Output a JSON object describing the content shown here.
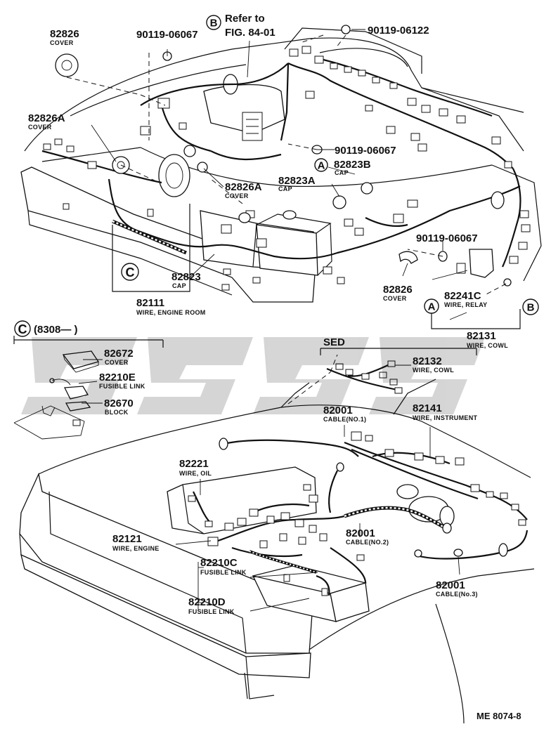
{
  "refer": {
    "circle": "B",
    "line1": "Refer to",
    "line2": "FIG. 84-01"
  },
  "callouts": {
    "p82826_top": {
      "num": "82826",
      "name": "COVER"
    },
    "p90119_06067_top": {
      "num": "90119-06067"
    },
    "p90119_06122": {
      "num": "90119-06122"
    },
    "p82826A_left": {
      "num": "82826A",
      "name": "COVER"
    },
    "p90119_06067_mid": {
      "num": "90119-06067"
    },
    "p82823B": {
      "num": "82823B",
      "name": "CAP",
      "circle": "A"
    },
    "p82823A": {
      "num": "82823A",
      "name": "CAP"
    },
    "p82826A_mid": {
      "num": "82826A",
      "name": "COVER"
    },
    "p90119_06067_right": {
      "num": "90119-06067"
    },
    "p82823": {
      "num": "82823",
      "name": "CAP"
    },
    "p82826_mid": {
      "num": "82826",
      "name": "COVER"
    },
    "p82241C": {
      "num": "82241C",
      "name": "WIRE, RELAY"
    },
    "p82111": {
      "num": "82111",
      "name": "WIRE, ENGINE ROOM",
      "circle": "C"
    },
    "p82131": {
      "num": "82131",
      "name": "WIRE, COWL",
      "circle_a": "A",
      "circle_b": "B"
    },
    "p82132": {
      "num": "82132",
      "name": "WIRE, COWL",
      "bracket": "SED"
    },
    "p82672": {
      "num": "82672",
      "name": "COVER"
    },
    "p82210E": {
      "num": "82210E",
      "name": "FUSIBLE LINK"
    },
    "p82670": {
      "num": "82670",
      "name": "BLOCK"
    },
    "p82001_1": {
      "num": "82001",
      "name": "CABLE(NO.1)"
    },
    "p82141": {
      "num": "82141",
      "name": "WIRE, INSTRUMENT"
    },
    "p82221": {
      "num": "82221",
      "name": "WIRE, OIL"
    },
    "p82121": {
      "num": "82121",
      "name": "WIRE, ENGINE"
    },
    "p82001_2": {
      "num": "82001",
      "name": "CABLE(NO.2)"
    },
    "p82210C": {
      "num": "82210C",
      "name": "FUSIBLE  LINK"
    },
    "p82210D": {
      "num": "82210D",
      "name": "FUSIBLE  LINK"
    },
    "p82001_3": {
      "num": "82001",
      "name": "CABLE(No.3)"
    }
  },
  "inset": {
    "circle": "C",
    "label": "(8308—        )"
  },
  "figure_code": "ME  8074-8"
}
